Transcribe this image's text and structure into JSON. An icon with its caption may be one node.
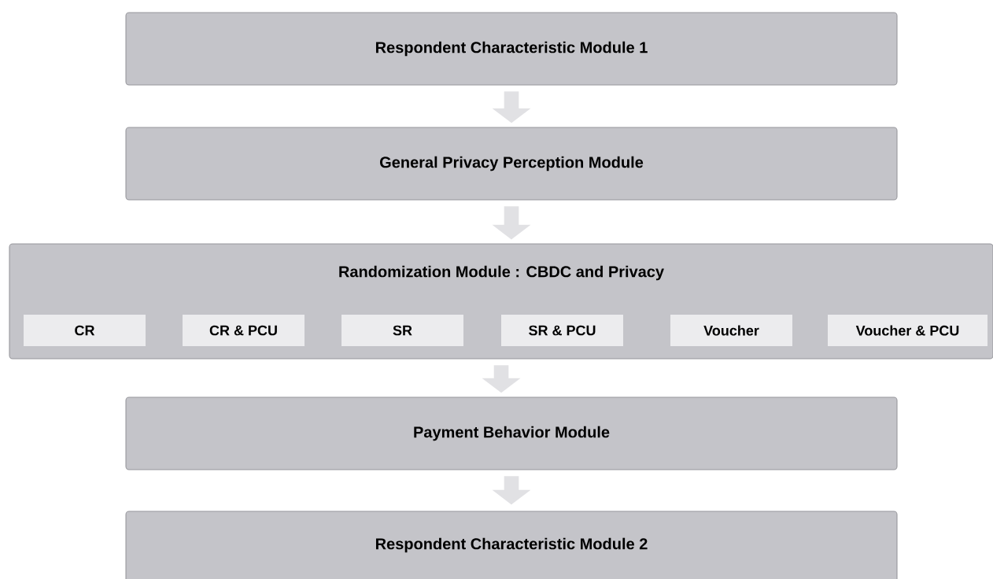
{
  "diagram": {
    "nodes": [
      {
        "text": [
          "Respondent Characteristic Module 1"
        ]
      },
      {
        "text": [
          "General Privacy Perception Module"
        ]
      },
      {
        "text": [
          "Randomization Module : CBDC and Privacy"
        ]
      },
      {
        "text": [
          "CR"
        ],
        "in": 2
      },
      {
        "text": [
          "CR & PCU"
        ],
        "in": 2
      },
      {
        "text": [
          "SR"
        ],
        "in": 2
      },
      {
        "text": [
          "SR & PCU"
        ],
        "in": 2
      },
      {
        "text": [
          "Voucher"
        ],
        "in": 2
      },
      {
        "text": [
          "Voucher & PCU"
        ],
        "in": 2
      },
      {
        "text": [
          "Payment Behavior Module"
        ]
      },
      {
        "text": [
          "Respondent Characteristic Module 2"
        ]
      }
    ],
    "edges": [
      {
        "from": 0,
        "to": 1,
        "arrow": "to"
      },
      {
        "from": 1,
        "to": 2,
        "arrow": "to"
      },
      {
        "from": 2,
        "to": 9,
        "arrow": "to"
      },
      {
        "from": 9,
        "to": 10,
        "arrow": "to"
      }
    ]
  }
}
